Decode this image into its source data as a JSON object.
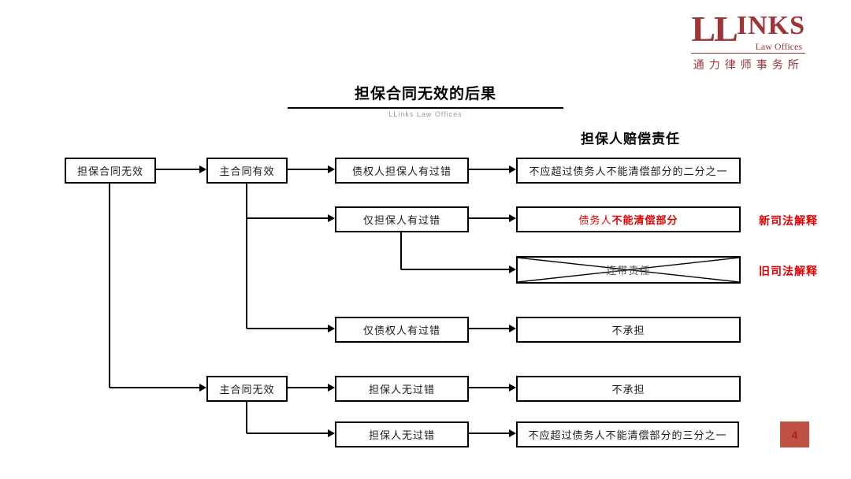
{
  "logo": {
    "text_ll": "LL",
    "text_inks": "INKS",
    "subtitle": "Law Offices",
    "chinese_name": "通力律师事务所",
    "brand_color": "#9c3438"
  },
  "header": {
    "title": "担保合同无效的后果",
    "subtitle": "LLinks Law Offices",
    "column_header": "担保人赔偿责任"
  },
  "diagram": {
    "root": "担保合同无效",
    "branch_valid": "主合同有效",
    "branch_invalid": "主合同无效",
    "cond_both_fault": "债权人担保人有过错",
    "cond_guarantor_fault": "仅担保人有过错",
    "cond_creditor_fault": "仅债权人有过错",
    "cond_guarantor_no_fault_1": "担保人无过错",
    "cond_guarantor_no_fault_2": "担保人无过错",
    "result_half": "不应超过债务人不能清偿部分的二分之一",
    "result_debtor_prefix": "债务人",
    "result_debtor_emphasis": "不能清偿部分",
    "result_joint_liability": "连带责任",
    "result_none_1": "不承担",
    "result_none_2": "不承担",
    "result_third": "不应超过债务人不能清偿部分的三分之一",
    "label_new_interpretation": "新司法解释",
    "label_old_interpretation": "旧司法解释",
    "accent_red": "#e00000",
    "line_color": "#000000"
  },
  "page_number": "4",
  "page_badge_color": "#bf5244"
}
